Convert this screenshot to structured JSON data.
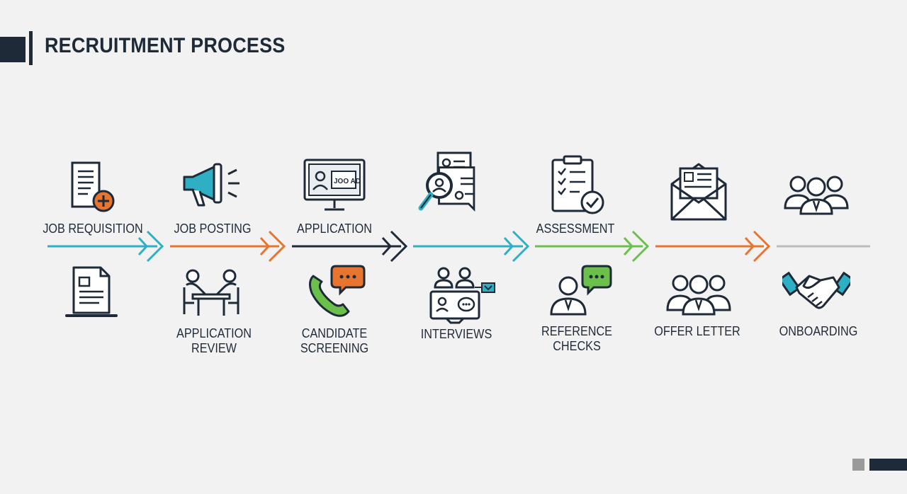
{
  "title": "RECRUITMENT PROCESS",
  "colors": {
    "dark": "#1f2a38",
    "teal": "#2eafc4",
    "orange": "#e8752f",
    "green": "#6bbf4b",
    "gray": "#bdbdbd"
  },
  "top_steps": [
    {
      "label": "JOB REQUISITION",
      "icon": "document-plus-icon"
    },
    {
      "label": "JOB POSTING",
      "icon": "megaphone-icon"
    },
    {
      "label": "APPLICATION",
      "icon": "monitor-job-ad-icon"
    },
    {
      "label": "",
      "icon": "resume-magnifier-icon"
    },
    {
      "label": "ASSESSMENT",
      "icon": "clipboard-check-icon"
    },
    {
      "label": "",
      "icon": "envelope-letter-icon"
    },
    {
      "label": "",
      "icon": "team-icon"
    }
  ],
  "bottom_steps": [
    {
      "label": "",
      "icon": "laptop-document-icon"
    },
    {
      "label": "APPLICATION\nREVIEW",
      "icon": "meeting-table-icon"
    },
    {
      "label": "CANDIDATE\nSCREENING",
      "icon": "phone-chat-icon"
    },
    {
      "label": "INTERVIEWS",
      "icon": "video-interview-icon"
    },
    {
      "label": "REFERENCE\nCHECKS",
      "icon": "person-chat-icon"
    },
    {
      "label": "OFFER LETTER",
      "icon": "group-icon"
    },
    {
      "label": "ONBOARDING",
      "icon": "handshake-icon"
    }
  ],
  "arrow_colors": [
    "teal",
    "orange",
    "dark",
    "teal",
    "green",
    "orange",
    "gray"
  ]
}
